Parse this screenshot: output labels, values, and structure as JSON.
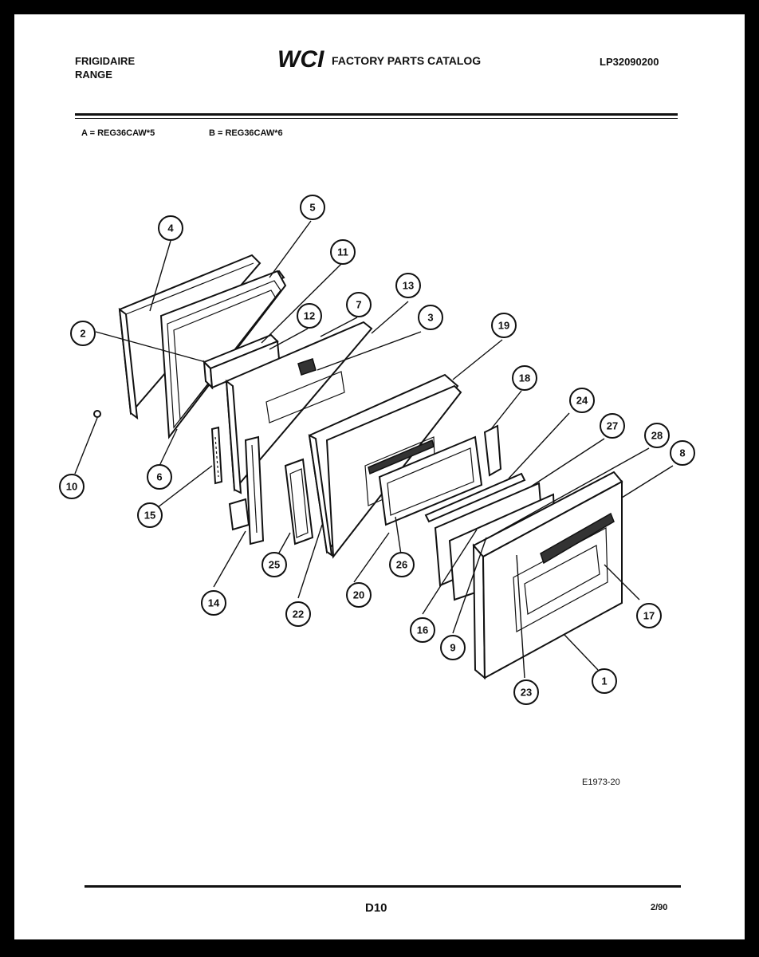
{
  "header": {
    "brand_line1": "FRIGIDAIRE",
    "brand_line2": "RANGE",
    "logo_text": "WCI",
    "catalog_title": "FACTORY PARTS CATALOG",
    "part_number": "LP32090200"
  },
  "models": {
    "a": "A = REG36CAW*5",
    "b": "B = REG36CAW*6"
  },
  "callouts": [
    "1",
    "2",
    "3",
    "4",
    "5",
    "6",
    "7",
    "8",
    "9",
    "10",
    "11",
    "12",
    "13",
    "14",
    "15",
    "16",
    "17",
    "18",
    "19",
    "20",
    "22",
    "23",
    "24",
    "25",
    "26",
    "27",
    "28"
  ],
  "footer": {
    "figure_code": "E1973-20",
    "page_code": "D10",
    "date_code": "2/90"
  }
}
